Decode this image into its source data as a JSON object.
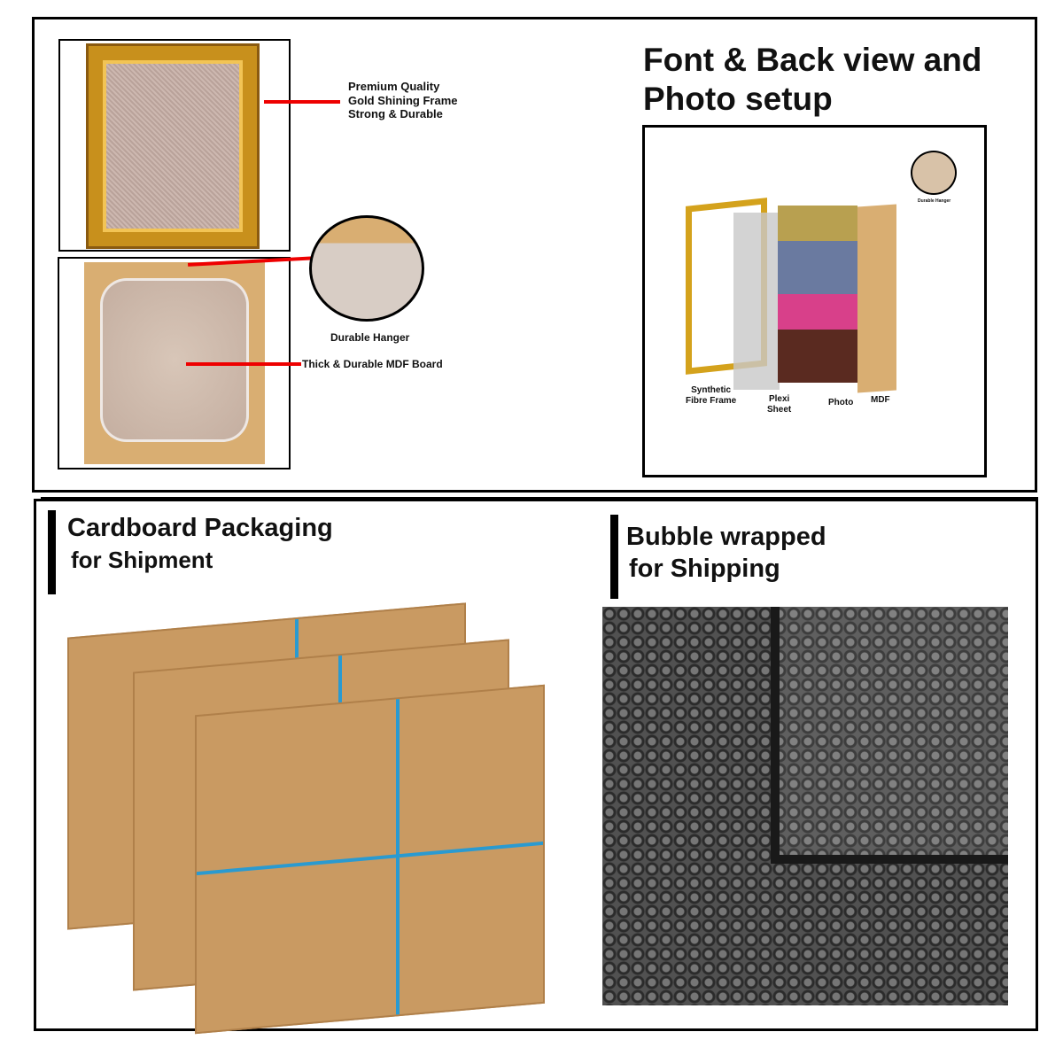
{
  "top_left": {
    "frame_labels": [
      "Premium Quality",
      "Gold Shining Frame",
      "Strong & Durable"
    ],
    "hanger_label": "Durable Hanger",
    "board_label": "Thick & Durable MDF Board"
  },
  "top_right": {
    "title_line1": "Font & Back view and",
    "title_line2": "Photo setup",
    "hanger_label": "Durable Hanger",
    "layers": {
      "frame1": "Synthetic",
      "frame2": "Fibre Frame",
      "plexi1": "Plexi",
      "plexi2": "Sheet",
      "photo": "Photo",
      "mdf": "MDF"
    }
  },
  "bottom_left": {
    "title_line1": "Cardboard Packaging",
    "title_line2": "for Shipment"
  },
  "bottom_right": {
    "title_line1": "Bubble wrapped",
    "title_line2": "for Shipping"
  },
  "colors": {
    "gold": "#c8901c",
    "strap": "#2a9ad0",
    "cardboard": "#c99a62",
    "red": "#e00000"
  }
}
